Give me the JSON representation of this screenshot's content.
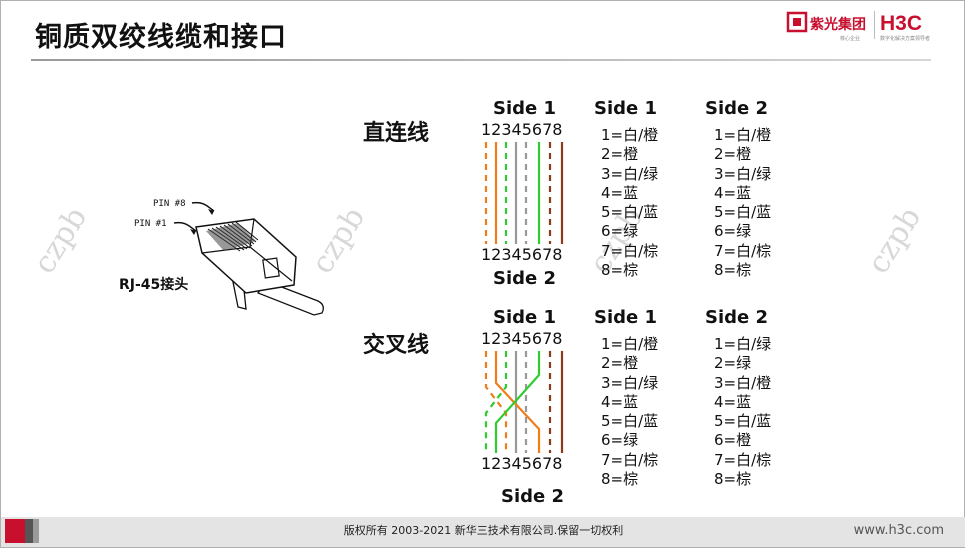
{
  "title": "铜质双绞线缆和接口",
  "logo": {
    "brand_cn": "紫光集团",
    "brand_en": "H3C",
    "tag1": "核心企业",
    "tag2": "数字化解决方案领导者"
  },
  "connector": {
    "pin8": "PIN #8",
    "pin1": "PIN #1",
    "label": "RJ-45接头"
  },
  "watermark": "czpb",
  "straight": {
    "label": "直连线",
    "side1_diagram": "Side 1",
    "side2_diagram": "Side 2",
    "pins_top": "12345678",
    "pins_bottom": "12345678",
    "col1_header": "Side 1",
    "col2_header": "Side 2",
    "col1": [
      "1=白/橙",
      "2=橙",
      "3=白/绿",
      "4=蓝",
      "5=白/蓝",
      "6=绿",
      "7=白/棕",
      "8=棕"
    ],
    "col2": [
      "1=白/橙",
      "2=橙",
      "3=白/绿",
      "4=蓝",
      "5=白/蓝",
      "6=绿",
      "7=白/棕",
      "8=棕"
    ]
  },
  "crossover": {
    "label": "交叉线",
    "side1_diagram": "Side 1",
    "side2_diagram": "Side 2",
    "pins_top": "12345678",
    "pins_bottom": "12345678",
    "col1_header": "Side 1",
    "col2_header": "Side 2",
    "col1": [
      "1=白/橙",
      "2=橙",
      "3=白/绿",
      "4=蓝",
      "5=白/蓝",
      "6=绿",
      "7=白/棕",
      "8=棕"
    ],
    "col2": [
      "1=白/绿",
      "2=绿",
      "3=白/橙",
      "4=蓝",
      "5=白/蓝",
      "6=橙",
      "7=白/棕",
      "8=棕"
    ]
  },
  "wire_colors": {
    "orange": "#f07d1a",
    "green": "#2ecc2e",
    "blue": "#4a6ee0",
    "brown": "#8b3a1a",
    "grey": "#999999"
  },
  "footer": {
    "copyright": "版权所有 2003-2021 新华三技术有限公司.保留一切权利",
    "site": "www.h3c.com"
  }
}
